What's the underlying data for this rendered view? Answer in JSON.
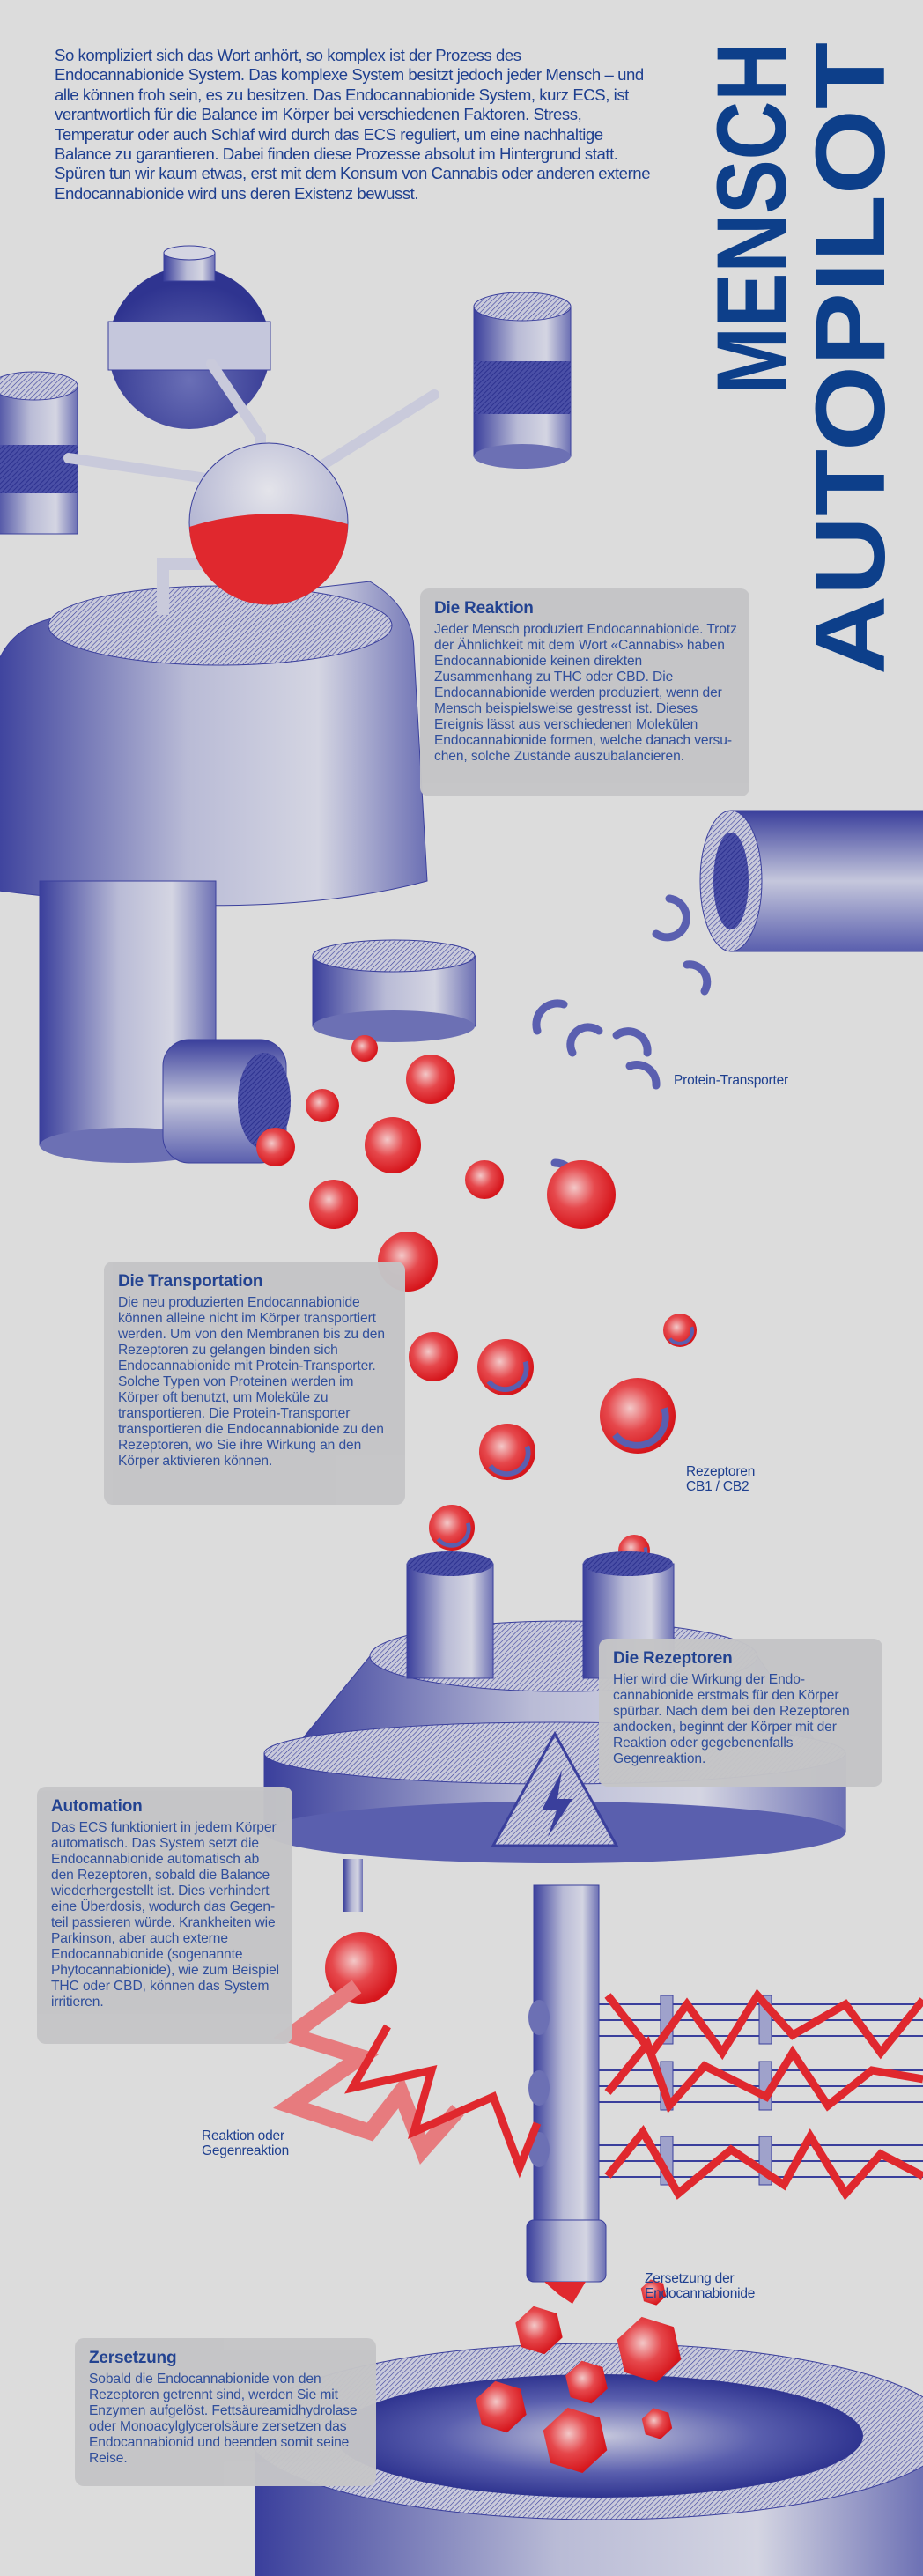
{
  "title": {
    "line1": "MENSCH",
    "line2": "AUTOPILOT"
  },
  "intro": "So kompliziert sich das Wort anhört, so komplex ist der Prozess des Endocannabionide System. Das komplexe System besitzt jedoch jeder Mensch – und alle können froh sein, es zu besitzen. Das Endocannabio­nide System, kurz ECS, ist verantwortlich für die Balance im Körper bei verschiedenen Faktoren. Stress, Temperatur oder auch Schlaf wird durch das ECS reguliert, um eine nachhaltige Balance zu garantieren. Dabei finden diese Prozesse absolut im Hintergrund statt. Spüren tun wir kaum etwas, erst mit dem Konsum von Cannabis oder anderen externe Endocannabionide wird uns deren Existenz bewusst.",
  "sections": {
    "reaktion": {
      "title": "Die Reaktion",
      "text": "Jeder Mensch produziert Endocannabio­nide. Trotz der Ähnlichkeit mit dem Wort «Cannabis» haben Endocannabionide keinen direkten Zusammenhang zu THC oder CBD. Die Endocannabionide werden produziert, wenn der Mensch beispiels­weise gestresst ist. Dieses Ereignis lässt aus verschiedenen Molekülen Endocan­nabionide formen, welche danach versu­chen, solche Zustände auszubalancieren."
    },
    "transportation": {
      "title": "Die Transportation",
      "text": "Die neu produzierten Endocannabioni­de können alleine nicht im Körper trans­portiert werden. Um von den Membra­nen bis zu den Rezeptoren zu gelangen binden sich Endocannabionide mit Protein-Transporter. Solche Typen von Proteinen werden im Körper oft be­nutzt, um Moleküle zu transportieren. Die Protein-Transporter transportieren die Endocannabionide zu den Rezepto­ren, wo Sie ihre Wirkung an den Körper aktivieren können."
    },
    "rezeptoren": {
      "title": "Die Rezeptoren",
      "text": "Hier wird die Wirkung der Endo­cannabionide erstmals für den Körper spürbar. Nach dem bei den Rezeptoren andocken, beginnt der Körper mit der Reaktion oder gege­benenfalls Gegenreaktion."
    },
    "automation": {
      "title": "Automation",
      "text": "Das ECS funktioniert in jedem Körper automatisch. Das Sys­tem setzt die Endocannabionide automatisch ab den Rezeptoren, sobald die Balance wiederher­gestellt ist. Dies verhindert eine Überdosis, wodurch das Gegen­teil passieren würde. Krankheiten wie Parkinson, aber auch externe Endocannabionide (sogenannte Phytocannabionide), wie zum Bei­spiel THC oder CBD, können das System irritieren."
    },
    "zersetzung": {
      "title": "Zersetzung",
      "text": "Sobald die Endocannabionide von den Rezeptoren getrennt sind, werden Sie mit Enzymen aufgelöst. Fettsäure­amidhydrolase oder Monoacylglyce­rolsäure zersetzen das Endocannabio­nid und beenden somit seine Reise."
    }
  },
  "labels": {
    "protein_transporter": "Protein-Transporter",
    "rezeptoren_1": "Rezeptoren",
    "rezeptoren_2": "CB1 / CB2",
    "reaktion_1": "Reaktion oder",
    "reaktion_2": "Gegenreaktion",
    "zersetzung_1": "Zersetzung der",
    "zersetzung_2": "Endocannabionide"
  },
  "colors": {
    "background": "#dcdcdc",
    "text_blue": "#1e3f8f",
    "illustration_blue": "#3a3f9c",
    "red": "#e0282e",
    "box": "#c5c5c7"
  },
  "icons": {
    "warning": "lightning-warning-icon"
  }
}
